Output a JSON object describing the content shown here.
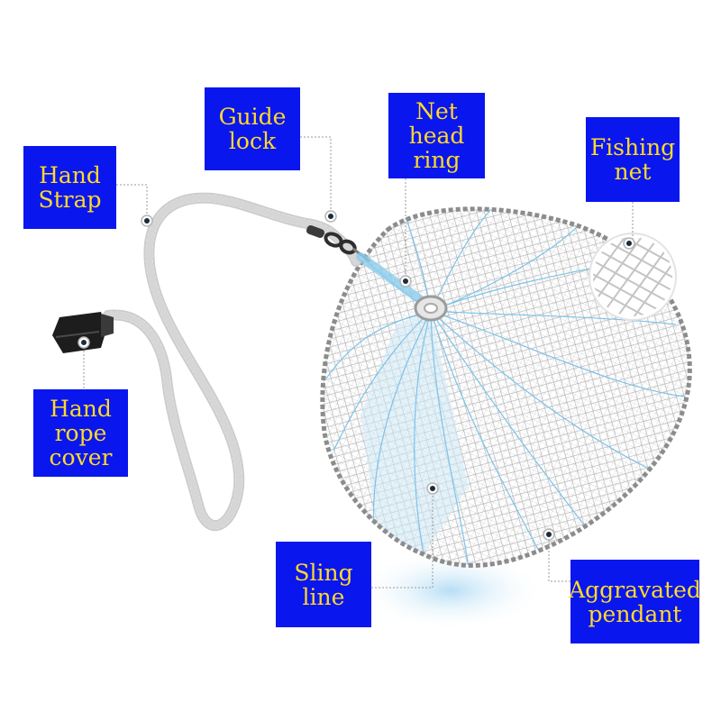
{
  "labels": {
    "hand_strap": [
      "Hand",
      "Strap"
    ],
    "guide_lock": [
      "Guide",
      "lock"
    ],
    "net_head_ring": [
      "Net",
      "head",
      "ring"
    ],
    "fishing_net": [
      "Fishing",
      "net"
    ],
    "hand_rope_cover": [
      "Hand",
      "rope",
      "cover"
    ],
    "sling_line": [
      "Sling",
      "line"
    ],
    "aggravated_pendant": [
      "Aggravated",
      "pendant"
    ]
  },
  "colors": {
    "label_background": "#0a16ee",
    "label_text": "#ffd92a",
    "rope": "#d8d8d8",
    "net_mesh": "#9a9a9a",
    "sling_line": "#7cc3ea",
    "pendant_rim": "#8c8c8c",
    "leader_line": "#9a9a9a"
  },
  "icons": [
    "hand-rope-cover-icon",
    "swivel-icon",
    "net-head-ring-icon",
    "mesh-closeup-icon"
  ]
}
